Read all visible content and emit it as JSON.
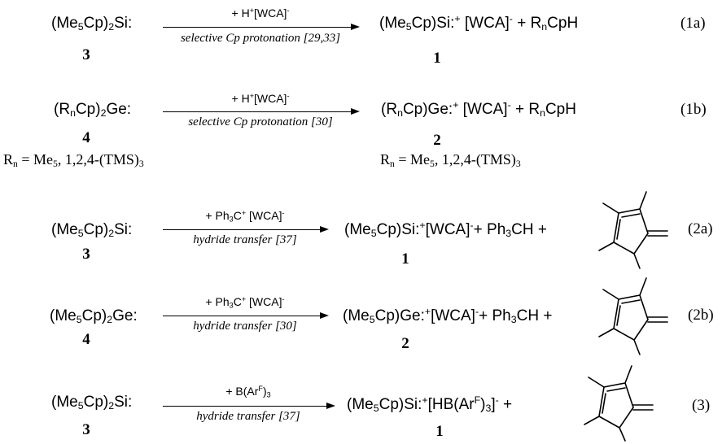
{
  "rows": {
    "r1a": {
      "reactant": {
        "a": "(Me",
        "s1": "5",
        "b": "Cp)",
        "s2": "2",
        "c": "Si:"
      },
      "reactant_num": "3",
      "reagent": {
        "a": "+ H",
        "sup1": "+",
        "b": "[WCA]",
        "sup2": "-"
      },
      "condition": "selective Cp protonation [29,33]",
      "product": {
        "a": "(Me",
        "s1": "5",
        "b": "Cp)Si:",
        "sup1": "+",
        "c": " [WCA]",
        "sup2": "-",
        "d": " + R",
        "s2": "n",
        "e": "CpH"
      },
      "product_num": "1",
      "eq_label": "(1a)"
    },
    "r1b": {
      "reactant": {
        "a": "(R",
        "s1": "n",
        "b": "Cp)",
        "s2": "2",
        "c": "Ge:"
      },
      "reactant_num": "4",
      "reagent": {
        "a": "+ H",
        "sup1": "+",
        "b": "[WCA]",
        "sup2": "-"
      },
      "condition": "selective Cp protonation [30]",
      "product": {
        "a": "(R",
        "s1": "n",
        "b": "Cp)Ge:",
        "sup1": "+",
        "c": " [WCA]",
        "sup2": "-",
        "d": " + R",
        "s2": "n",
        "e": "CpH"
      },
      "product_num": "2",
      "eq_label": "(1b)",
      "note_left": {
        "a": "R",
        "s1": "n",
        "b": " = Me",
        "s2": "5",
        "c": ", 1,2,4-(TMS)",
        "s3": "3"
      },
      "note_right": {
        "a": "R",
        "s1": "n",
        "b": " = Me",
        "s2": "5",
        "c": ", 1,2,4-(TMS)",
        "s3": "3"
      }
    },
    "r2a": {
      "reactant": {
        "a": "(Me",
        "s1": "5",
        "b": "Cp)",
        "s2": "2",
        "c": "Si:"
      },
      "reactant_num": "3",
      "reagent": {
        "a": "+ Ph",
        "s1": "3",
        "b": "C",
        "sup1": "+",
        "c": " [WCA]",
        "sup2": "-"
      },
      "condition": "hydride transfer [37]",
      "product": {
        "a": "(Me",
        "s1": "5",
        "b": "Cp)Si:",
        "sup1": "+",
        "c": "[WCA]",
        "sup2": "-",
        "d": "+ Ph",
        "s2": "3",
        "e": "CH",
        "f": "  +"
      },
      "product_num": "1",
      "eq_label": "(2a)"
    },
    "r2b": {
      "reactant": {
        "a": "(Me",
        "s1": "5",
        "b": "Cp)",
        "s2": "2",
        "c": "Ge:"
      },
      "reactant_num": "4",
      "reagent": {
        "a": "+ Ph",
        "s1": "3",
        "b": "C",
        "sup1": "+",
        "c": " [WCA]",
        "sup2": "-"
      },
      "condition": "hydride transfer [30]",
      "product": {
        "a": "(Me",
        "s1": "5",
        "b": "Cp)Ge:",
        "sup1": "+",
        "c": "[WCA]",
        "sup2": "-",
        "d": "+ Ph",
        "s2": "3",
        "e": "CH",
        "f": "  +"
      },
      "product_num": "2",
      "eq_label": "(2b)"
    },
    "r3": {
      "reactant": {
        "a": "(Me",
        "s1": "5",
        "b": "Cp)",
        "s2": "2",
        "c": "Si:"
      },
      "reactant_num": "3",
      "reagent": {
        "a": "+ B(Ar",
        "sup1": "F",
        "b": ")",
        "s1": "3"
      },
      "condition": "hydride transfer [37]",
      "product": {
        "a": "(Me",
        "s1": "5",
        "b": "Cp)Si:",
        "sup1": "+",
        "c": "[HB(Ar",
        "sup2": "F",
        "d": ")",
        "s2": "3",
        "e": "]",
        "sup3": "-",
        "f": "   +"
      },
      "product_num": "1",
      "eq_label": "(3)"
    }
  },
  "byproduct_structure": "tetramethylfulvene"
}
